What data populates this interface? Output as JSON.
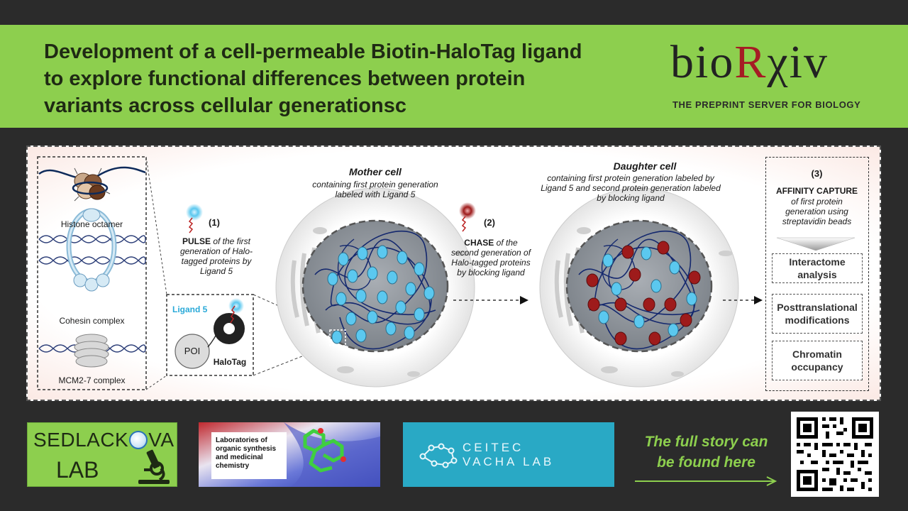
{
  "header": {
    "title_lines": [
      "Development of a cell-permeable Biotin-HaloTag ligand",
      "to explore functional differences between protein",
      "variants across cellular generationsc"
    ],
    "brand_prefix": "bio",
    "brand_r": "R",
    "brand_suffix": "χiv",
    "brand_tagline": "THE PREPRINT SERVER FOR BIOLOGY"
  },
  "figure": {
    "left_panel": {
      "histone": "Histone octamer",
      "cohesin": "Cohesin complex",
      "mcm": "MCM2-7 complex"
    },
    "ligand_box": {
      "ligand_label": "Ligand 5",
      "poi": "POI",
      "halotag": "HaloTag"
    },
    "step1": {
      "number": "(1)",
      "keyword": "PULSE",
      "lines": [
        "of the first",
        "generation of Halo-",
        "tagged proteins by",
        "Ligand 5"
      ]
    },
    "mother": {
      "title": "Mother cell",
      "lines": [
        "containing first protein generation",
        "labeled with Ligand 5"
      ]
    },
    "step2": {
      "number": "(2)",
      "keyword": "CHASE",
      "lines": [
        "of the",
        "second generation of",
        "Halo-tagged proteins",
        "by blocking ligand"
      ]
    },
    "daughter": {
      "title": "Daughter cell",
      "lines": [
        "containing first protein generation labeled by",
        "Ligand 5 and second protein generation labeled",
        "by blocking ligand"
      ]
    },
    "step3": {
      "number": "(3)",
      "keyword": "AFFINITY CAPTURE",
      "lines": [
        "of first protein",
        "generation using",
        "streptavidin beads"
      ]
    },
    "results": [
      [
        "Interactome",
        "analysis"
      ],
      [
        "Posttranslational",
        "modifications"
      ],
      [
        "Chromatin",
        "occupancy"
      ]
    ],
    "colors": {
      "ligand_blue": "#5bc8ef",
      "blocking_red": "#9e1b1b",
      "nucleus_gray": "#8f959c"
    }
  },
  "footer": {
    "sedlackova_line1": "SEDLACK",
    "sedlackova_line1_end": "VA",
    "sedlackova_line2": "LAB",
    "labs_lines": [
      "Laboratories of",
      "organic synthesis",
      "and medicinal",
      "chemistry"
    ],
    "ceitec_line1": "CEITEC",
    "ceitec_line2": "VACHA LAB",
    "story_lines": [
      "The full story can",
      "be found here"
    ]
  }
}
